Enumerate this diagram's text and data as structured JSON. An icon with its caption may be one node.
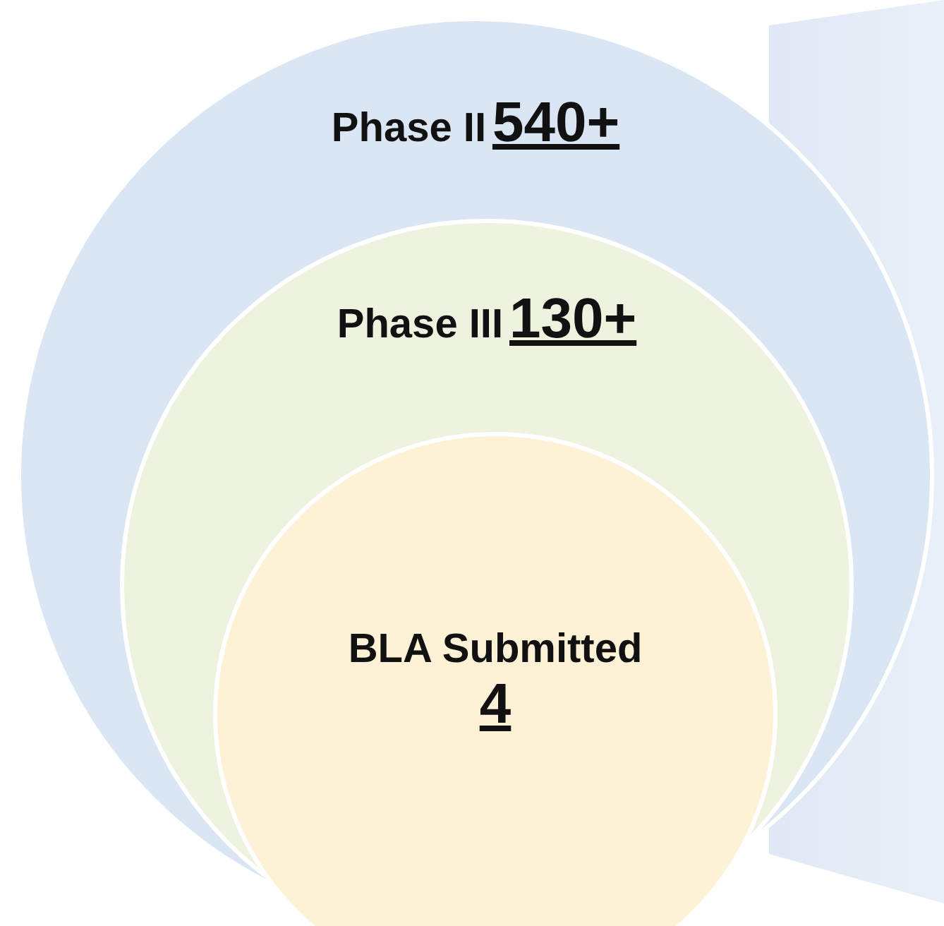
{
  "diagram": {
    "nodes": [
      {
        "text": [
          "Phase II",
          "540+"
        ]
      },
      {
        "text": [
          "Phase III",
          "130+"
        ],
        "in": 0
      },
      {
        "text": [
          "BLA Submitted",
          "4"
        ],
        "in": 1
      }
    ]
  }
}
